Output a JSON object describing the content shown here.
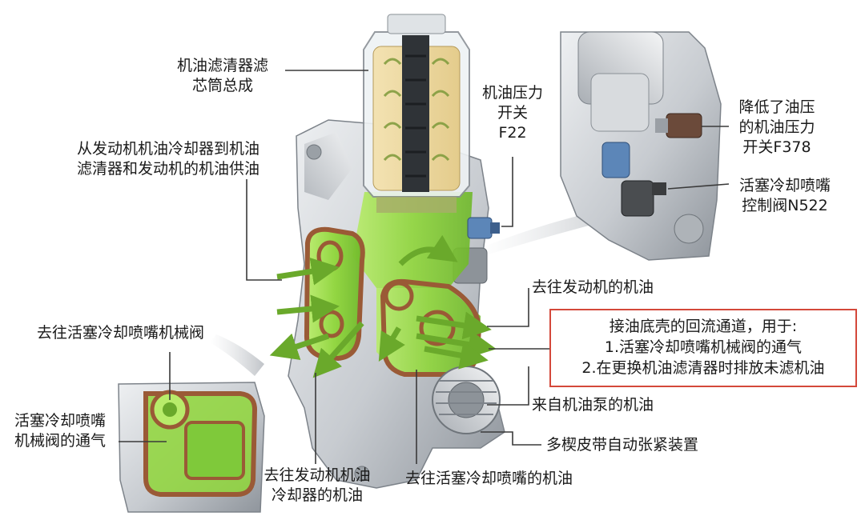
{
  "labels": {
    "filter_cartridge": [
      "机油滤清器滤",
      "芯筒总成"
    ],
    "oil_pressure_switch": [
      "机油压力",
      "开关",
      "F22"
    ],
    "reduced_pressure_switch": [
      "降低了油压",
      "的机油压力",
      "开关F378"
    ],
    "piston_cooling_valve": [
      "活塞冷却喷嘴",
      "控制阀N522"
    ],
    "supply_from_cooler": [
      "从发动机机油冷却器到机油",
      "滤清器和发动机的机油供油"
    ],
    "to_engine": "去往发动机的机油",
    "to_piston_valve": "去往活塞冷却喷嘴机械阀",
    "piston_valve_vent": [
      "活塞冷却喷嘴",
      "机械阀的通气"
    ],
    "from_pump": "来自机油泵的机油",
    "belt_tensioner": "多楔皮带自动张紧装置",
    "to_cooler": [
      "去往发动机机油",
      "冷却器的机油"
    ],
    "to_piston_nozzle": "去往活塞冷却喷嘴的机油"
  },
  "notebox": {
    "title": "接油底壳的回流通道，用于:",
    "item1": "1.活塞冷却喷嘴机械阀的通气",
    "item2": "2.在更换机油滤清器时排放未滤机油"
  },
  "colors": {
    "oil_green": "#8fd63a",
    "arrow_green": "#6aa92b",
    "gasket_brown": "#9a5a36",
    "housing_gray": "#c9cdd1",
    "sensor_blue": "#5c86b8",
    "sensor_brown": "#6b4a3a",
    "highlight_red": "#d4483a"
  }
}
